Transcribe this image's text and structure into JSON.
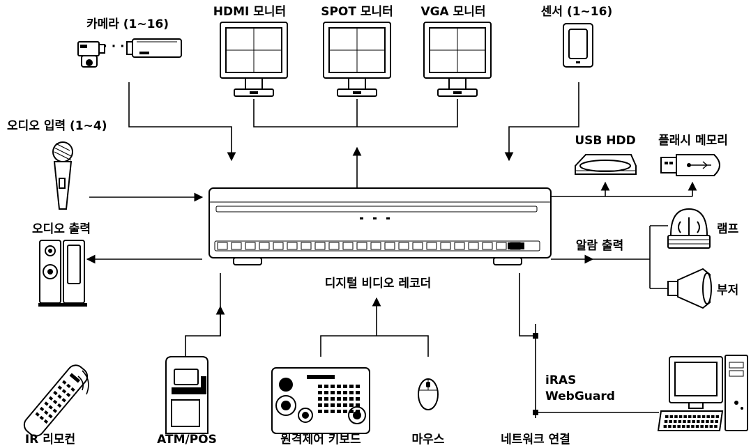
{
  "labels": {
    "camera": "카메라 (1~16)",
    "hdmi_monitor": "HDMI 모니터",
    "spot_monitor": "SPOT 모니터",
    "vga_monitor": "VGA 모니터",
    "sensor": "센서 (1~16)",
    "audio_in": "오디오 입력 (1~4)",
    "usb_hdd": "USB HDD",
    "flash_memory": "플래시 메모리",
    "audio_out": "오디오 출력",
    "lamp": "램프",
    "alarm_out": "알람 출력",
    "buzzer": "부저",
    "dvr": "디지털 비디오 레코더",
    "iras": "iRAS",
    "webguard": "WebGuard",
    "ir_remote": "IR 리모컨",
    "atm_pos": "ATM/POS",
    "remote_keyboard": "원격제어 키보드",
    "mouse": "마우스",
    "network": "네트워크 연결"
  },
  "camera_ellipsis": "· · ·"
}
